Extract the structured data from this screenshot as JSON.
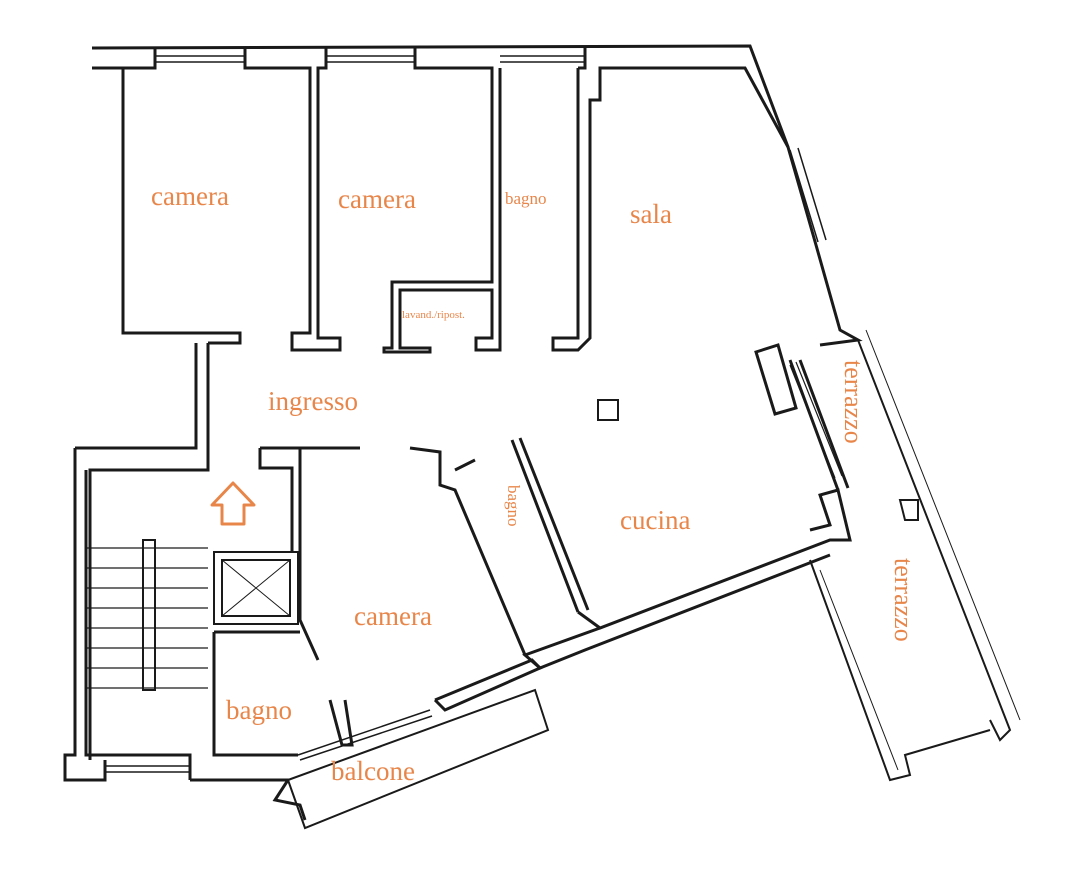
{
  "plan": {
    "rooms": {
      "camera_1": "camera",
      "camera_2": "camera",
      "bagno_top": "bagno",
      "sala": "sala",
      "lavand": "lavand./ripost.",
      "ingresso": "ingresso",
      "terrazzo_1": "terrazzo",
      "bagno_mid": "bagno",
      "cucina": "cucina",
      "terrazzo_2": "terrazzo",
      "camera_3": "camera",
      "bagno_bottom": "bagno",
      "balcone": "balcone"
    },
    "accent_color": "#e8864a",
    "wall_color": "#1a1a1a",
    "entry_marker": "up-arrow-icon"
  }
}
